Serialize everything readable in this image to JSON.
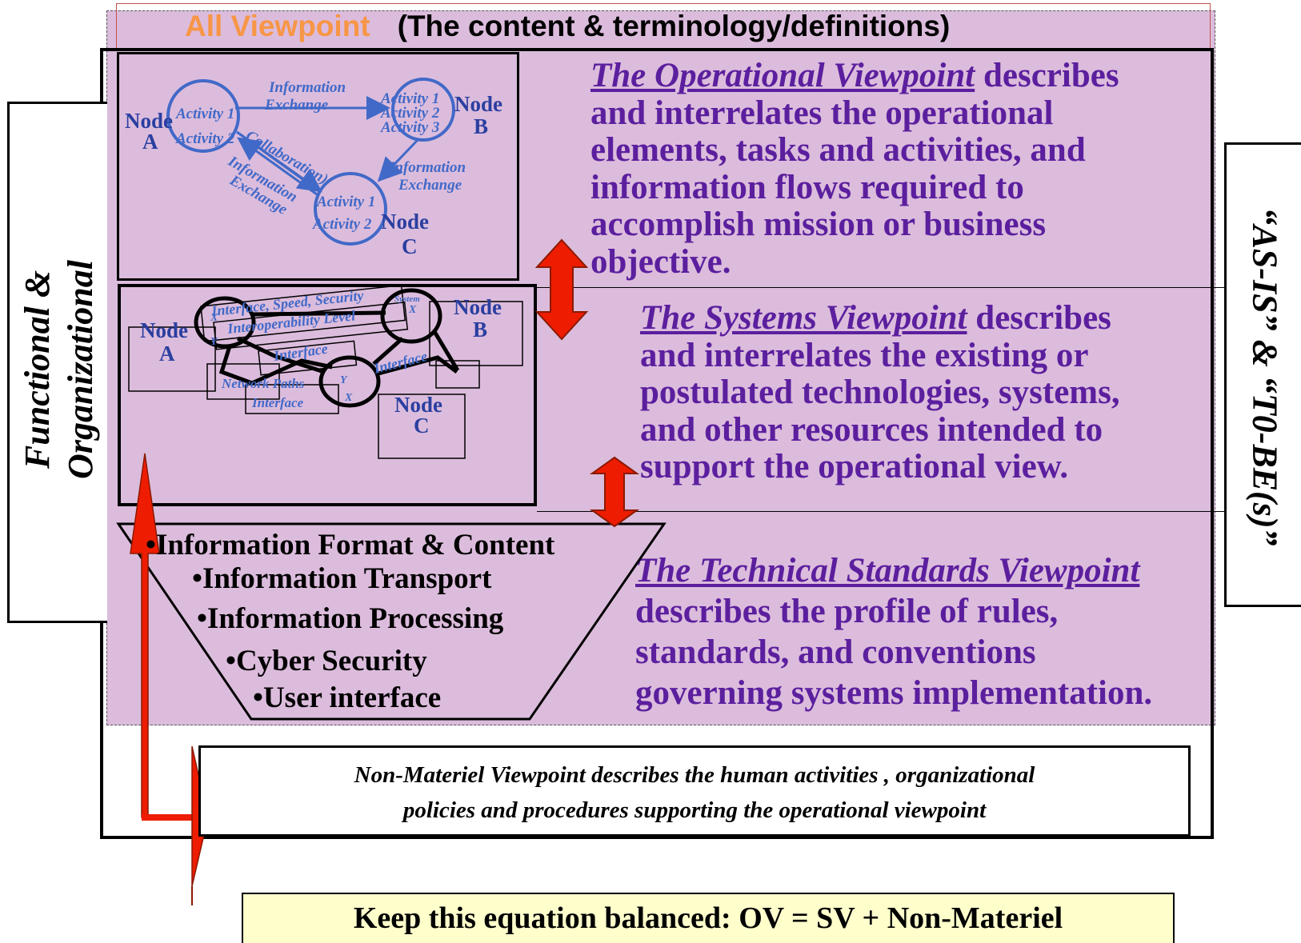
{
  "title": {
    "accent": "All Viewpoint",
    "rest": "(The content &  terminology/definitions)"
  },
  "left_label": {
    "line1": "Functional &",
    "line2": "Organizational"
  },
  "right_label": "“AS-IS” & “T0-BE(s)”",
  "operational": {
    "name": "The Operational Viewpoint",
    "desc_first": " describes",
    "lines": [
      "and interrelates the operational",
      "elements, tasks and activities, and",
      "information flows required to",
      "accomplish mission or business",
      "objective."
    ]
  },
  "systems": {
    "name": "The Systems Viewpoint",
    "desc_first": " describes",
    "lines": [
      "and interrelates the existing or",
      "postulated technologies, systems,",
      "and other resources intended to",
      "support the operational view."
    ]
  },
  "technical": {
    "name": "The  Technical Standards Viewpoint",
    "lines": [
      "describes the profile of rules,",
      "standards, and conventions",
      "governing systems implementation."
    ],
    "items": [
      "•Information Format & Content",
      "•Information Transport",
      "•Information Processing",
      "•Cyber Security",
      "•User interface"
    ]
  },
  "ov_diagram": {
    "node_a": [
      "Node",
      "A"
    ],
    "node_b": [
      "Node",
      "B"
    ],
    "node_c": [
      "Node",
      "C"
    ],
    "activities_a": [
      "Activity 1",
      "Activity 2"
    ],
    "activities_b": [
      "Activity 1",
      "Activity 2",
      "Activity 3"
    ],
    "activities_c": [
      "Activity 1",
      "Activity 2"
    ],
    "edge_ab": [
      "Information",
      "Exchange"
    ],
    "edge_bc": [
      "Information",
      "Exchange"
    ],
    "edge_ca": [
      "Information",
      "Exchange"
    ],
    "collab": "Collaboration)"
  },
  "sv_diagram": {
    "node_a": [
      "Node",
      "A"
    ],
    "node_b": [
      "Node",
      "B"
    ],
    "node_c": [
      "Node",
      "C"
    ],
    "label_top": "Interface, Speed, Security",
    "label_interop": "Interoperability Level",
    "label_interface1": "Interface",
    "label_network": "Network Paths",
    "label_interface2": "Interface",
    "label_interface3": "Interface",
    "sys_small": "X",
    "sys_sys": "System",
    "sys_y": "Y"
  },
  "non_materiel": {
    "line1": "Non-Materiel Viewpoint describes  the human activities , organizational",
    "line2": "policies and procedures supporting the operational viewpoint"
  },
  "equation": "Keep this equation balanced: OV = SV + Non-Materiel",
  "colors": {
    "pink": "#dcbcdc",
    "purple_text": "#5b1f9e",
    "diagram_blue": "#4169c8",
    "arrow_red": "#ee1c00",
    "title_orange": "#f79646",
    "equation_bg": "#ffffcc"
  }
}
